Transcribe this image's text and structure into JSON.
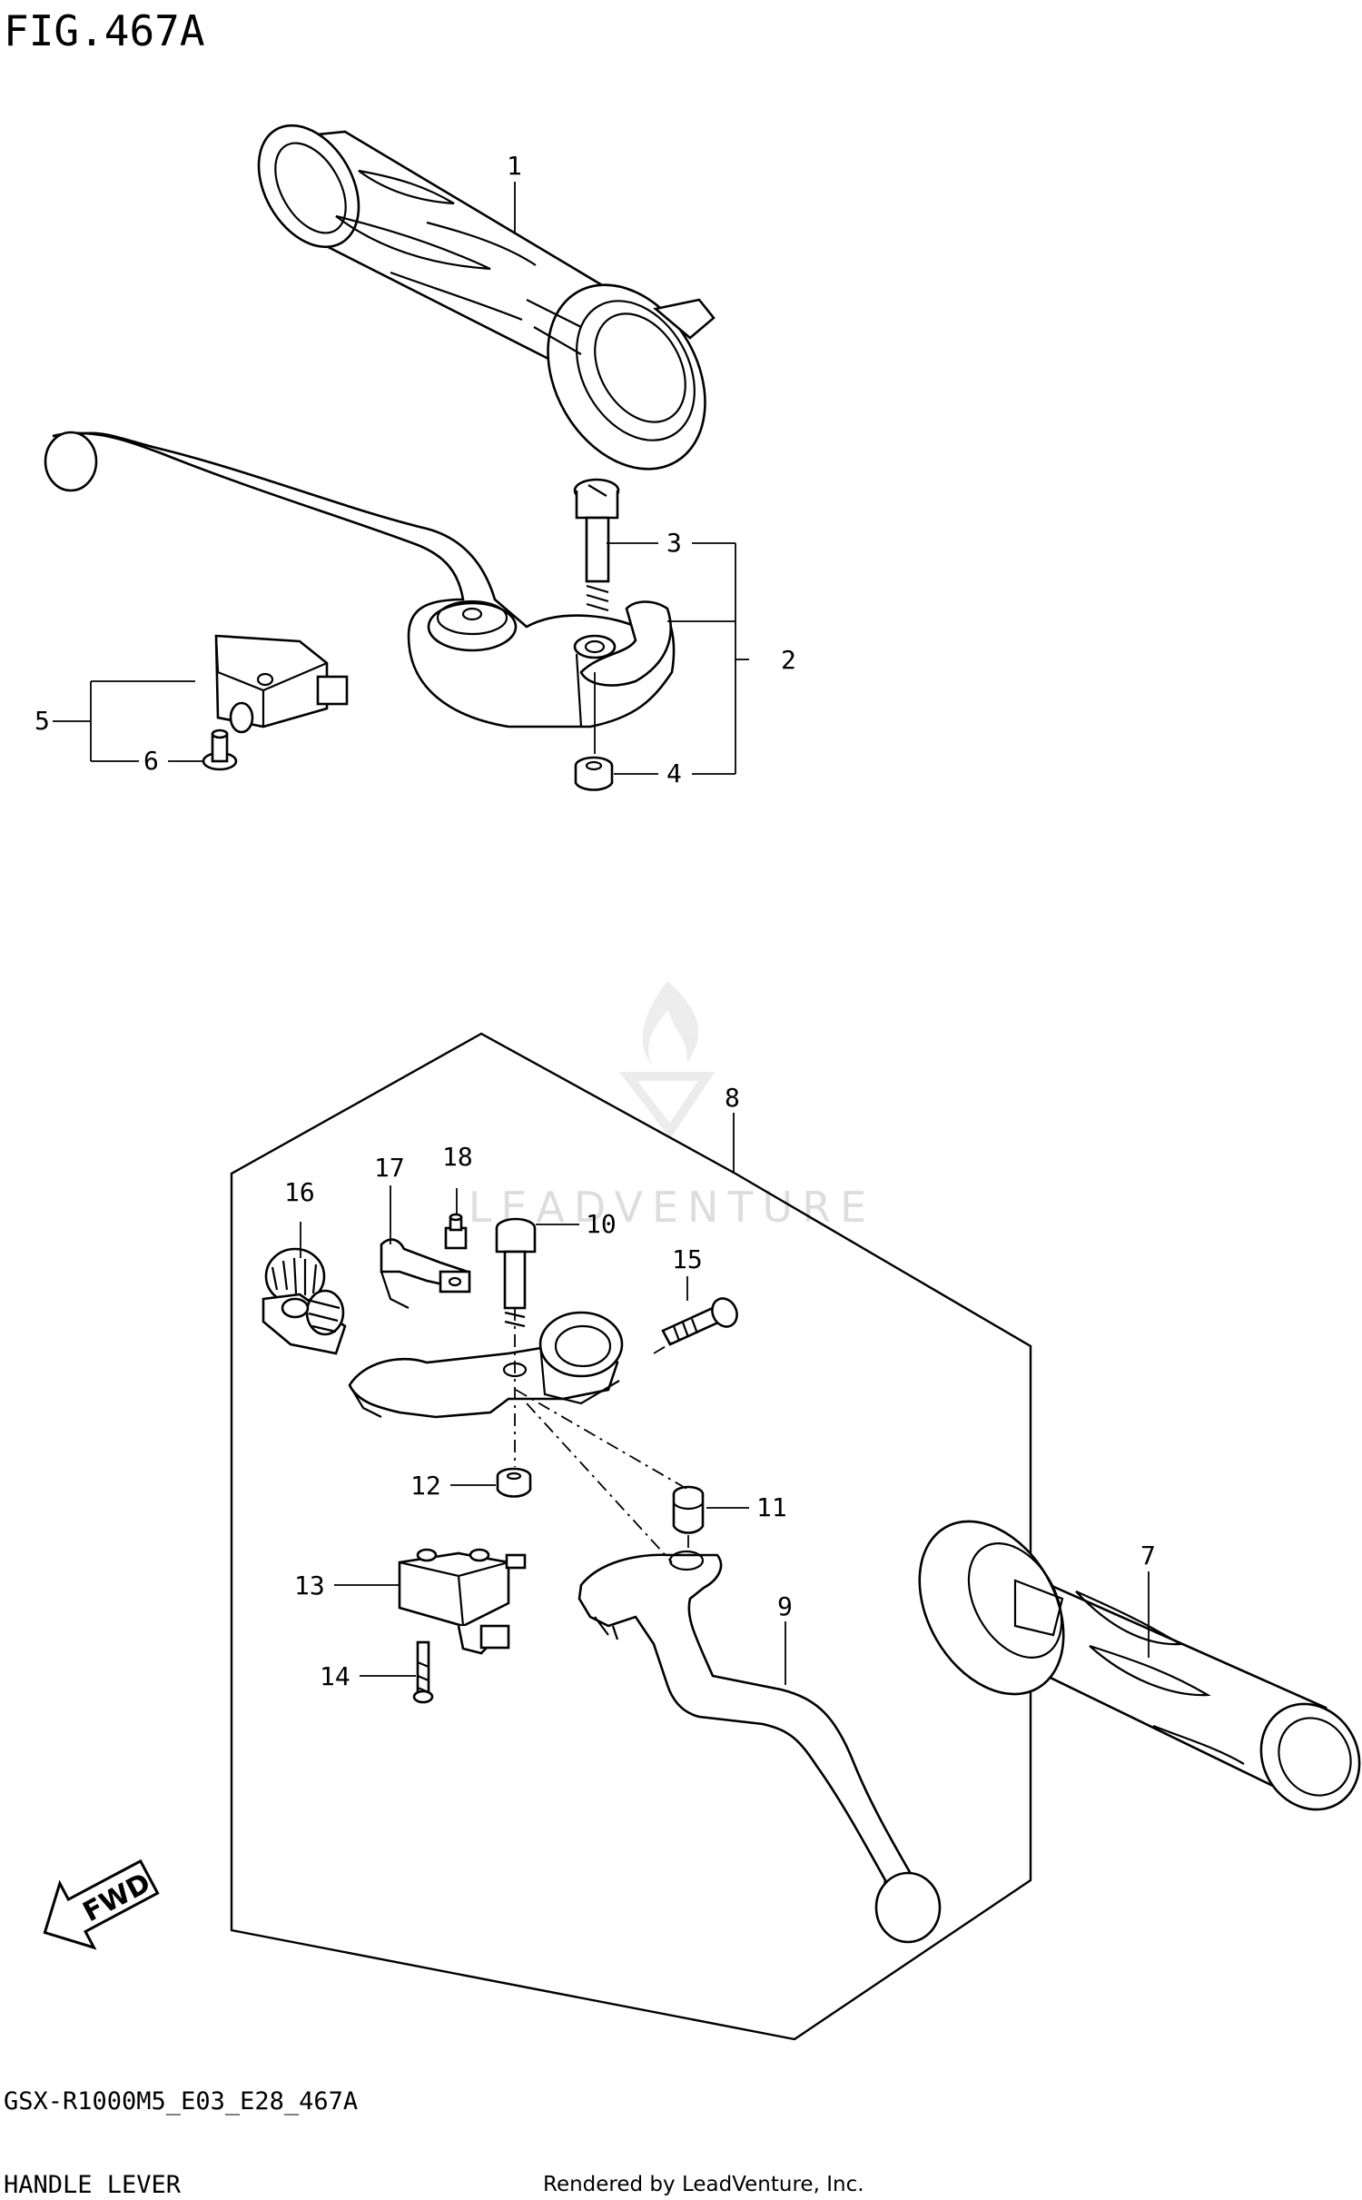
{
  "header": {
    "fig_title": "FIG.467A"
  },
  "footer": {
    "model_code": "GSX-R1000M5_E03_E28_467A",
    "section_name": "HANDLE LEVER",
    "credit": "Rendered by LeadVenture, Inc."
  },
  "watermark": {
    "text": "LEADVENTURE"
  },
  "fwd_label": "FWD",
  "callouts": {
    "c1": "1",
    "c2": "2",
    "c3": "3",
    "c4": "4",
    "c5": "5",
    "c6": "6",
    "c7": "7",
    "c8": "8",
    "c9": "9",
    "c10": "10",
    "c11": "11",
    "c12": "12",
    "c13": "13",
    "c14": "14",
    "c15": "15",
    "c16": "16",
    "c17": "17",
    "c18": "18"
  }
}
